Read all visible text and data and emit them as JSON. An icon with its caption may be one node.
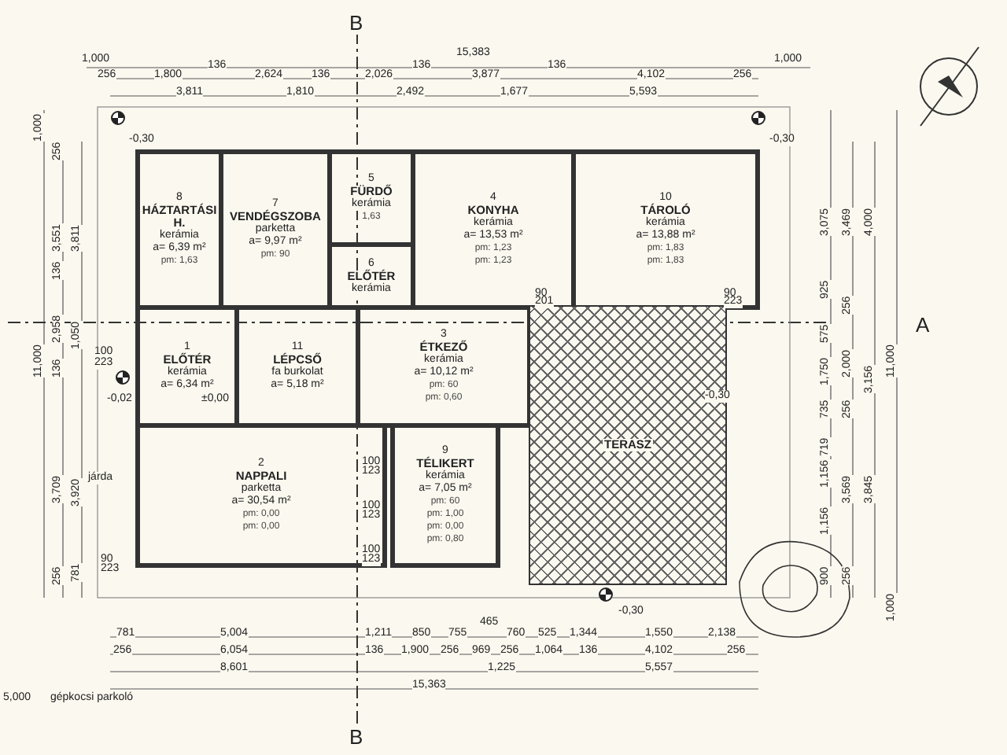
{
  "diagram": {
    "nodes": [
      {
        "text": [
          "8",
          "HÁZTARTÁSI H.",
          "kerámia",
          "a= 6,39 m²",
          "pm: 1,63"
        ]
      },
      {
        "text": [
          "7",
          "VENDÉGSZOBA",
          "parketta",
          "a= 9,97 m²",
          "pm: 90"
        ]
      },
      {
        "text": [
          "5",
          "FÜRDŐ",
          "kerámia",
          "1,63"
        ]
      },
      {
        "text": [
          "6",
          "ELŐTÉR",
          "kerámia"
        ]
      },
      {
        "text": [
          "4",
          "KONYHA",
          "kerámia",
          "a= 13,53 m²",
          "pm: 1,23",
          "pm: 1,23"
        ]
      },
      {
        "text": [
          "10",
          "TÁROLÓ",
          "kerámia",
          "a= 13,88 m²",
          "pm: 1,83",
          "pm: 1,83"
        ]
      },
      {
        "text": [
          "1",
          "ELŐTÉR",
          "kerámia",
          "a= 6,34 m²"
        ]
      },
      {
        "text": [
          "11",
          "LÉPCSŐ",
          "fa burkolat",
          "a= 5,18 m²"
        ]
      },
      {
        "text": [
          "3",
          "ÉTKEZŐ",
          "kerámia",
          "a= 10,12 m²",
          "pm: 60",
          "pm: 0,60"
        ]
      },
      {
        "text": [
          "2",
          "NAPPALI",
          "parketta",
          "a= 30,54 m²",
          "pm: 0,00",
          "pm: 0,00"
        ]
      },
      {
        "text": [
          "9",
          "TÉLIKERT",
          "kerámia",
          "a= 7,05 m²",
          "pm: 60",
          "pm: 1,00",
          "pm: 0,00",
          "pm: 0,80"
        ]
      },
      {
        "text": [
          "TERASZ"
        ]
      }
    ],
    "labels": [
      "1,000",
      "15,383",
      "1,000",
      "256",
      "1,800",
      "136",
      "2,624",
      "136",
      "2,026",
      "136",
      "3,877",
      "136",
      "4,102",
      "256",
      "3,811",
      "1,810",
      "2,492",
      "1,677",
      "5,593",
      "B",
      "1,000",
      "256",
      "3,551",
      "136",
      "2,958",
      "136",
      "3,709",
      "256",
      "3,811",
      "1,050",
      "3,920",
      "781",
      "11,000",
      "3,075",
      "925",
      "575",
      "1,750",
      "735",
      "719",
      "1,156",
      "1,156",
      "900",
      "3,469",
      "256",
      "2,000",
      "256",
      "3,569",
      "256",
      "4,000",
      "3,156",
      "3,845",
      "11,000",
      "1,000",
      "A",
      "781",
      "5,004",
      "1,211",
      "850",
      "755",
      "465",
      "760",
      "525",
      "1,344",
      "1,550",
      "2,138",
      "256",
      "6,054",
      "136",
      "1,900",
      "256",
      "969",
      "256",
      "1,064",
      "136",
      "4,102",
      "256",
      "8,601",
      "1,225",
      "5,557",
      "5,000",
      "gépkocsi parkoló",
      "15,363",
      "B",
      "-0,30",
      "-0,30",
      "-0,30",
      "-0,30",
      "-0,02",
      "±0,00",
      "járda",
      "90",
      "201",
      "90",
      "223",
      "100",
      "223",
      "90",
      "223",
      "100",
      "123",
      "100",
      "123",
      "100",
      "123"
    ]
  }
}
